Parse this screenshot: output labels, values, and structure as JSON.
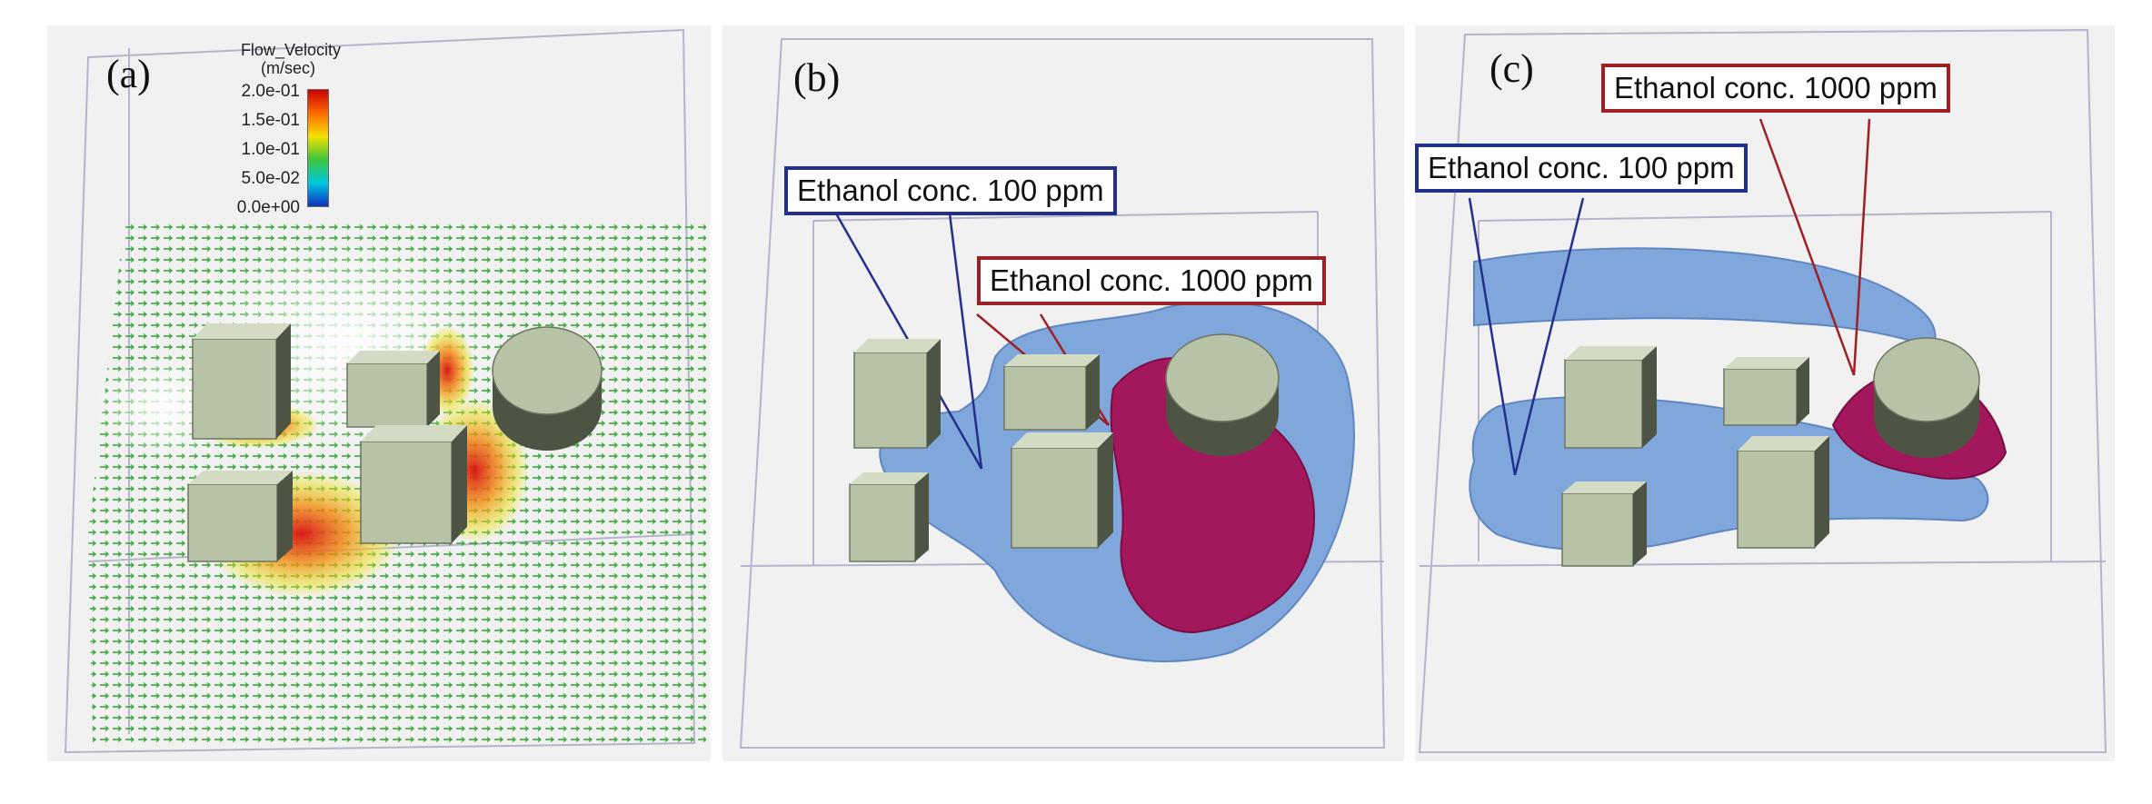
{
  "panels": {
    "a": {
      "label": "(a)",
      "legend": {
        "title": "Flow_Velocity",
        "unit": "(m/sec)",
        "ticks": [
          "2.0e-01",
          "1.5e-01",
          "1.0e-01",
          "5.0e-02",
          "0.0e+00"
        ],
        "colors": [
          "#cc0000",
          "#ff6a00",
          "#f2e100",
          "#3cc43c",
          "#00c8e0",
          "#1030c0"
        ]
      }
    },
    "b": {
      "label": "(b)",
      "callout_100": "Ethanol conc. 100 ppm",
      "callout_1000": "Ethanol conc. 1000 ppm"
    },
    "c": {
      "label": "(c)",
      "callout_100": "Ethanol conc. 100 ppm",
      "callout_1000": "Ethanol conc. 1000 ppm"
    }
  },
  "colors": {
    "box_face": "#b8c2a6",
    "iso_100": "#7fa7dc",
    "iso_1000": "#a3175d",
    "callout_blue": "#22308c",
    "callout_red": "#9c2024"
  }
}
